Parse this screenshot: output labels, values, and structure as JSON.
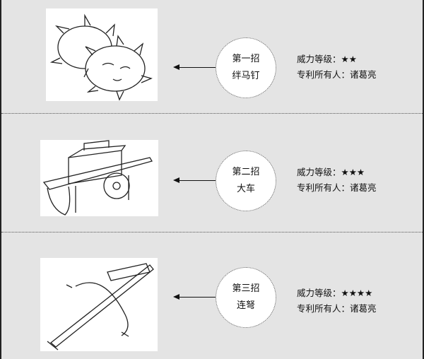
{
  "items": [
    {
      "title": "第一招",
      "name": "绊马钉",
      "power_label": "威力等级：",
      "power": "★★",
      "power_level": 2,
      "owner_label": "专利所有人：",
      "owner": "诸葛亮",
      "image_icon": "caltrops-icon"
    },
    {
      "title": "第二招",
      "name": "大车",
      "power_label": "威力等级：",
      "power": "★★★",
      "power_level": 3,
      "owner_label": "专利所有人：",
      "owner": "诸葛亮",
      "image_icon": "cart-icon"
    },
    {
      "title": "第三招",
      "name": "连弩",
      "power_label": "威力等级：",
      "power": "★★★★",
      "power_level": 4,
      "owner_label": "专利所有人：",
      "owner": "诸葛亮",
      "image_icon": "crossbow-icon"
    }
  ]
}
